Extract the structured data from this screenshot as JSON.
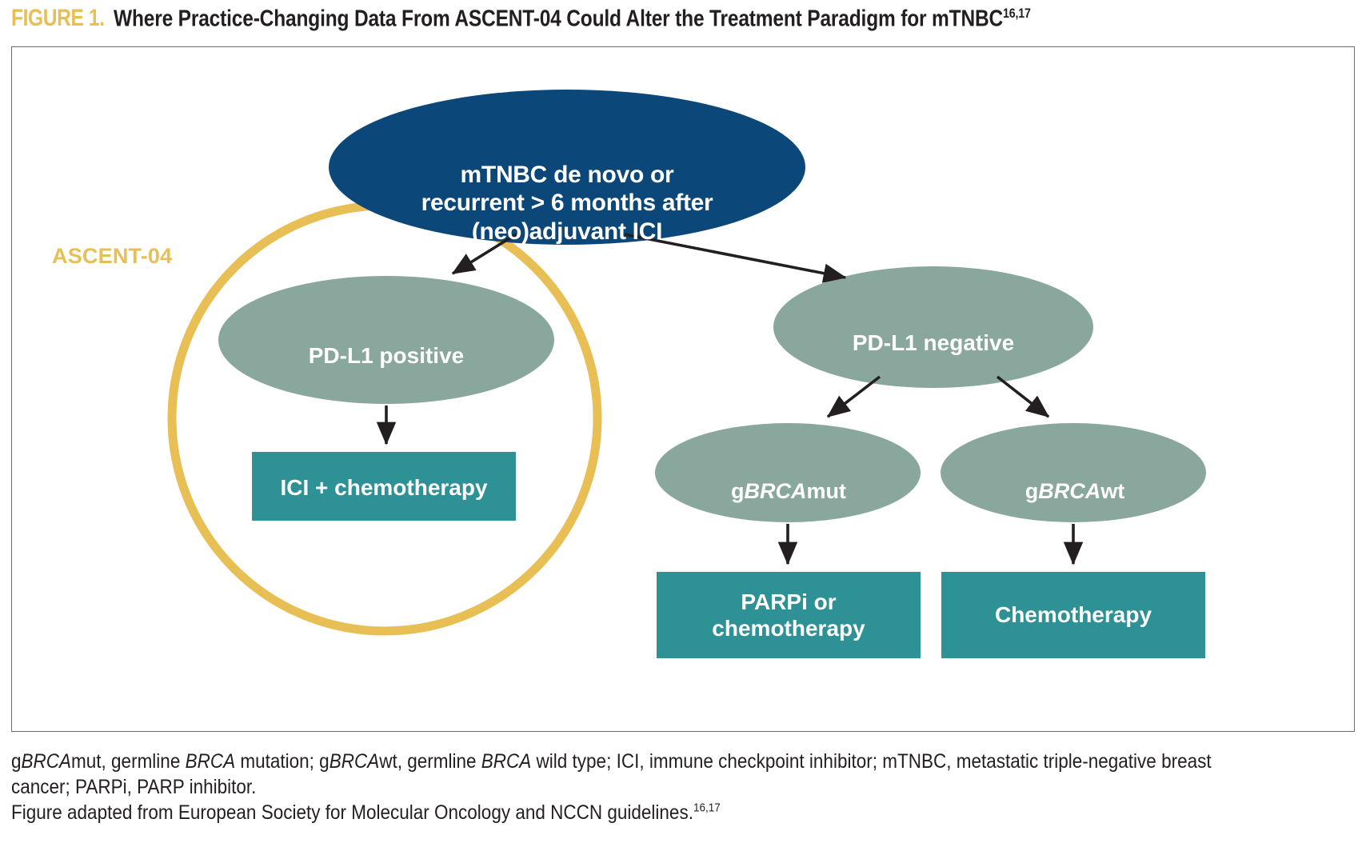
{
  "figure": {
    "label": "FIGURE 1.",
    "title": "Where Practice-Changing Data From ASCENT-04 Could Alter the Treatment Paradigm for mTNBC",
    "title_superscript": "16,17"
  },
  "annotation": {
    "ascent_highlight": "ASCENT-04"
  },
  "nodes": {
    "root": {
      "line1": "mTNBC de novo or",
      "line2": "recurrent > 6 months after",
      "line3": "(neo)adjuvant ICI"
    },
    "pdl1_positive": "PD-L1 positive",
    "pdl1_negative": "PD-L1 negative",
    "gbrca_mut": {
      "prefix": "g",
      "italic": "BRCA",
      "suffix": "mut"
    },
    "gbrca_wt": {
      "prefix": "g",
      "italic": "BRCA",
      "suffix": "wt"
    },
    "ici_chemo": "ICI + chemotherapy",
    "parpi_or_chemo": {
      "line1": "PARPi or",
      "line2": "chemotherapy"
    },
    "chemotherapy": "Chemotherapy"
  },
  "footnotes": {
    "line1_a": "g",
    "line1_b": "BRCA",
    "line1_c": "mut, germline ",
    "line1_d": "BRCA",
    "line1_e": " mutation; g",
    "line1_f": "BRCA",
    "line1_g": "wt, germline ",
    "line1_h": "BRCA",
    "line1_i": " wild type; ICI, immune checkpoint inhibitor; mTNBC, metastatic triple-negative breast cancer; PARPi, PARP inhibitor.",
    "line2": "Figure adapted from European Society for Molecular Oncology and NCCN guidelines.",
    "line2_superscript": "16,17"
  },
  "colors": {
    "gold": "#e8bf54",
    "navy": "#0b4778",
    "sage": "#8aa79e",
    "teal": "#2e9196",
    "arrow": "#231f20",
    "frame": "#6d6e71",
    "text_dark": "#231f20",
    "text_light": "#ffffff"
  },
  "chart_data": {
    "type": "diagram",
    "title": "Where Practice-Changing Data From ASCENT-04 Could Alter the Treatment Paradigm for mTNBC",
    "diagram_kind": "treatment-algorithm-flowchart",
    "nodes": [
      {
        "id": "root",
        "label": "mTNBC de novo or recurrent > 6 months after (neo)adjuvant ICI",
        "shape": "ellipse",
        "color": "#0b4778",
        "level": 0
      },
      {
        "id": "pdl1_pos",
        "label": "PD-L1 positive",
        "shape": "ellipse",
        "color": "#8aa79e",
        "level": 1
      },
      {
        "id": "pdl1_neg",
        "label": "PD-L1 negative",
        "shape": "ellipse",
        "color": "#8aa79e",
        "level": 1
      },
      {
        "id": "ici_chemo",
        "label": "ICI + chemotherapy",
        "shape": "rectangle",
        "color": "#2e9196",
        "level": 2
      },
      {
        "id": "gbrca_mut",
        "label": "gBRCAmut",
        "shape": "ellipse",
        "color": "#8aa79e",
        "level": 2
      },
      {
        "id": "gbrca_wt",
        "label": "gBRCAwt",
        "shape": "ellipse",
        "color": "#8aa79e",
        "level": 2
      },
      {
        "id": "parpi_chemo",
        "label": "PARPi or chemotherapy",
        "shape": "rectangle",
        "color": "#2e9196",
        "level": 3
      },
      {
        "id": "chemo",
        "label": "Chemotherapy",
        "shape": "rectangle",
        "color": "#2e9196",
        "level": 3
      }
    ],
    "edges": [
      {
        "from": "root",
        "to": "pdl1_pos",
        "style": "arrow"
      },
      {
        "from": "root",
        "to": "pdl1_neg",
        "style": "arrow"
      },
      {
        "from": "pdl1_pos",
        "to": "ici_chemo",
        "style": "arrow"
      },
      {
        "from": "pdl1_neg",
        "to": "gbrca_mut",
        "style": "arrow"
      },
      {
        "from": "pdl1_neg",
        "to": "gbrca_wt",
        "style": "arrow"
      },
      {
        "from": "gbrca_mut",
        "to": "parpi_chemo",
        "style": "arrow"
      },
      {
        "from": "gbrca_wt",
        "to": "chemo",
        "style": "arrow"
      }
    ],
    "highlights": [
      {
        "label": "ASCENT-04",
        "color": "#e8bf54",
        "shape": "circle-outline",
        "encloses": [
          "pdl1_pos",
          "ici_chemo"
        ]
      }
    ]
  }
}
